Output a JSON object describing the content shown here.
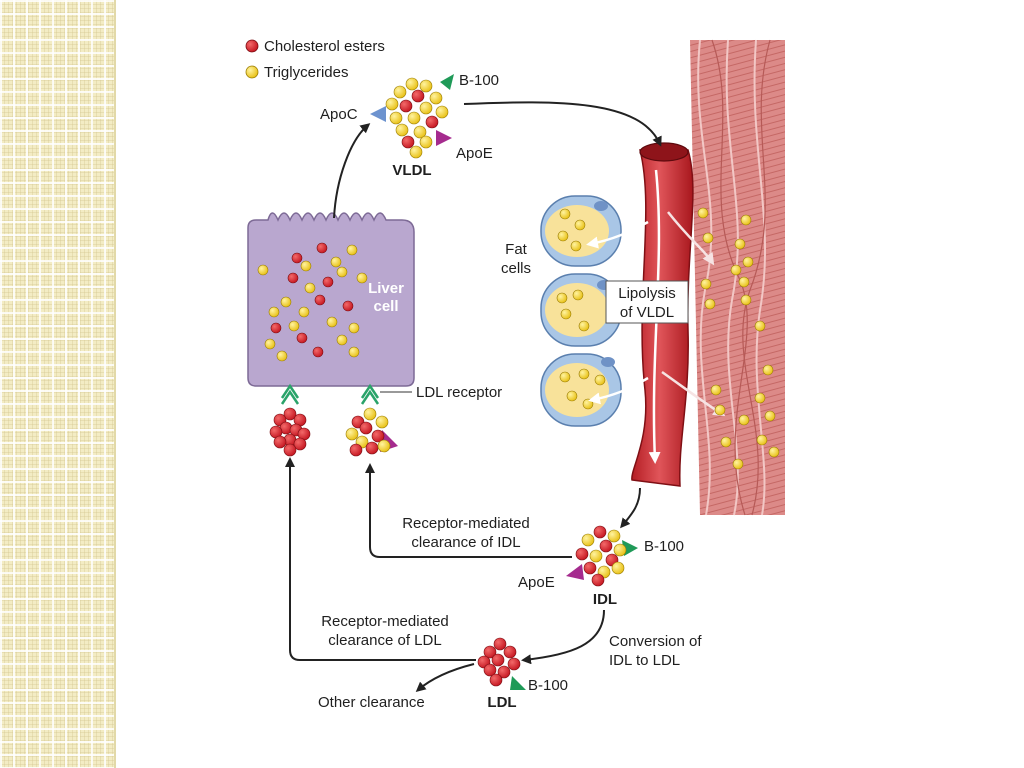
{
  "legend": {
    "cholesterol_esters": "Cholesterol esters",
    "triglycerides": "Triglycerides"
  },
  "labels": {
    "vldl": "VLDL",
    "vldl_b100": "B-100",
    "apoc": "ApoC",
    "vldl_apoe": "ApoE",
    "liver_cell_line1": "Liver",
    "liver_cell_line2": "cell",
    "fat_cells_line1": "Fat",
    "fat_cells_line2": "cells",
    "lipolysis_line1": "Lipolysis",
    "lipolysis_line2": "of VLDL",
    "ldl_receptor": "LDL receptor",
    "idl_clearance_line1": "Receptor-mediated",
    "idl_clearance_line2": "clearance of IDL",
    "idl": "IDL",
    "idl_b100": "B-100",
    "idl_apoe": "ApoE",
    "ldl_clearance_line1": "Receptor-mediated",
    "ldl_clearance_line2": "clearance of LDL",
    "conversion_line1": "Conversion of",
    "conversion_line2": "IDL to LDL",
    "ldl": "LDL",
    "ldl_b100": "B-100",
    "other_clearance": "Other clearance"
  },
  "colors": {
    "cholesterol": "#d9202f",
    "triglyceride": "#f3d21f",
    "liver": "#b9a7cf",
    "vessel": "#c8292e",
    "muscle": "#dc8f8c",
    "fat_cell": "#a9c6e6",
    "apoc": "#6d93cf",
    "b100": "#1f9a58",
    "apoe": "#a52b8e",
    "receptor": "#2aa36a"
  }
}
